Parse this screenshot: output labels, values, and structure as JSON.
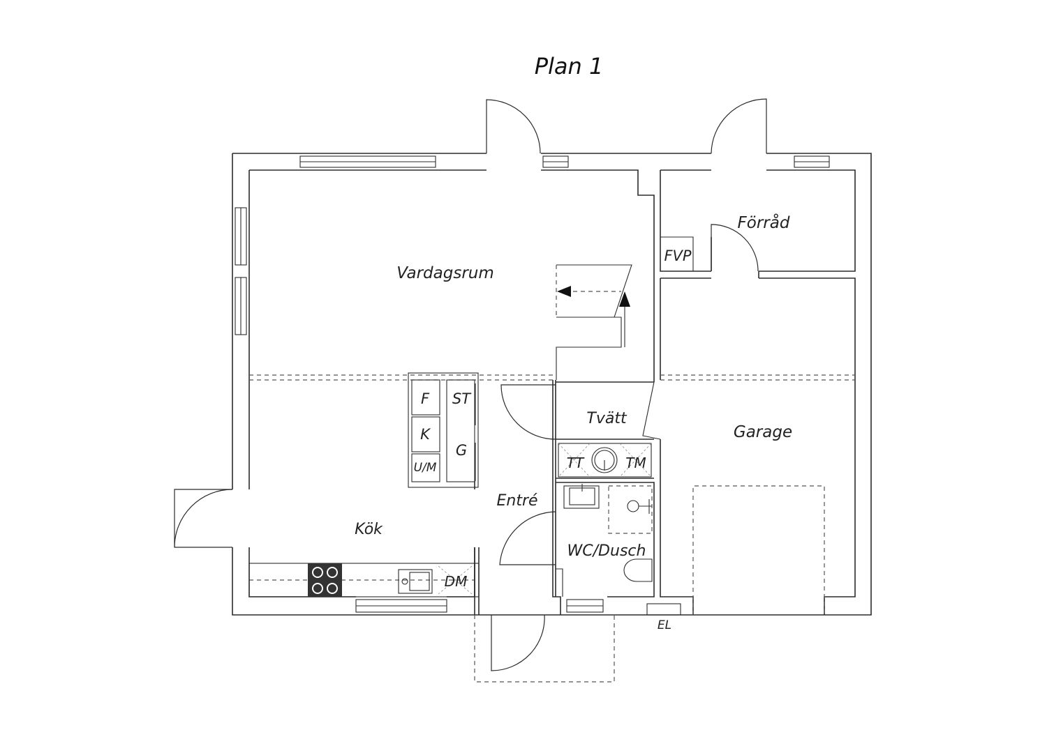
{
  "title": "Plan 1",
  "rooms": {
    "vardagsrum": "Vardagsrum",
    "forrad": "Förråd",
    "fvp": "FVP",
    "tvatt": "Tvätt",
    "garage": "Garage",
    "entre": "Entré",
    "kok": "Kök",
    "wc": "WC/Dusch"
  },
  "appliances": {
    "f": "F",
    "k": "K",
    "um": "U/M",
    "st": "ST",
    "g": "G",
    "tt": "TT",
    "tm": "TM",
    "dm": "DM",
    "el": "EL"
  },
  "colors": {
    "line": "#2b2b2b",
    "background": "#ffffff",
    "stove": "#333333"
  }
}
